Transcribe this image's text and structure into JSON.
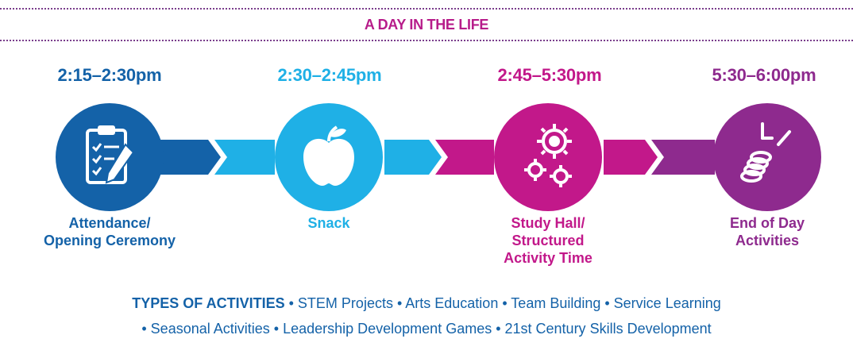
{
  "header": {
    "title": "A DAY IN THE LIFE"
  },
  "colors": {
    "dark_blue": "#1462a8",
    "light_blue": "#1fb0e6",
    "magenta": "#c2188a",
    "purple": "#8e2a8e",
    "rule": "#7a3e8c"
  },
  "steps": [
    {
      "time": "2:15–2:30pm",
      "label_lines": [
        "Attendance/",
        "Opening Ceremony"
      ],
      "icon": "clipboard-checklist-icon"
    },
    {
      "time": "2:30–2:45pm",
      "label_lines": [
        "Snack"
      ],
      "icon": "apple-icon"
    },
    {
      "time": "2:45–5:30pm",
      "label_lines": [
        "Study Hall/",
        "Structured",
        "Activity Time"
      ],
      "icon": "gears-icon"
    },
    {
      "time": "5:30–6:00pm",
      "label_lines": [
        "End of Day",
        "Activities"
      ],
      "icon": "slinky-stairs-icon"
    }
  ],
  "activities": {
    "heading": "TYPES OF ACTIVITIES",
    "line1_items": "• STEM Projects • Arts Education • Team Building • Service Learning",
    "line2_items": "• Seasonal Activities • Leadership Development Games • 21st Century Skills Development"
  }
}
